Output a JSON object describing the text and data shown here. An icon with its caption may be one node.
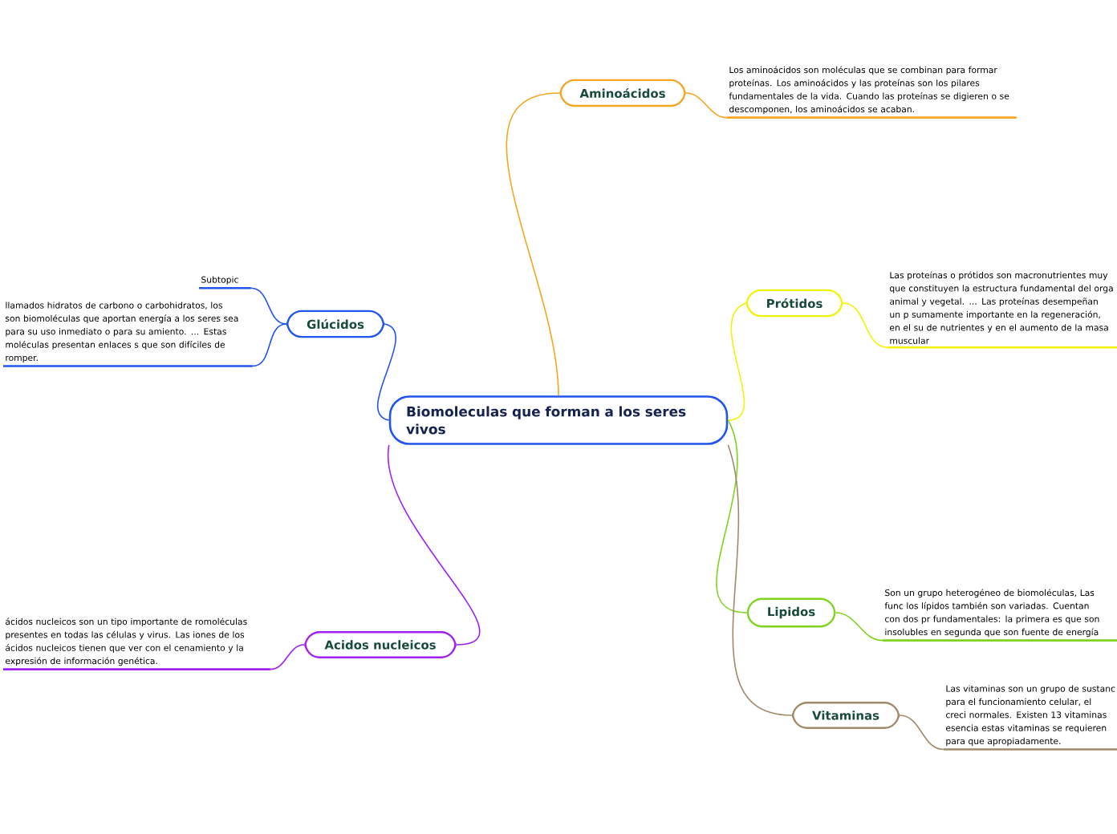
{
  "diagram": {
    "nodes": [
      {
        "text": [
          "Biomoleculas que forman a los seres vivos"
        ]
      },
      {
        "text": [
          "Aminoácidos"
        ]
      },
      {
        "text": [
          "Los aminoácidos son moléculas que se combinan para formar proteínas. Los aminoácidos y las proteínas son los pilares fundamentales de la vida. Cuando las proteínas se digieren o se descomponen, los aminoácidos se acaban."
        ]
      },
      {
        "text": [
          "Prótidos"
        ]
      },
      {
        "text": [
          "Las proteínas o prótidos son macronutrientes muy que constituyen la estructura fundamental del orga animal y vegetal. ... Las proteínas desempeñan un p sumamente importante en la regeneración, en el su de nutrientes y en el aumento de la masa muscular"
        ]
      },
      {
        "text": [
          "Lipidos"
        ]
      },
      {
        "text": [
          "Son un grupo heterogéneo de biomoléculas, Las func los lípidos también son variadas. Cuentan con dos pr fundamentales: la primera es que son insolubles en segunda que son fuente de energía"
        ]
      },
      {
        "text": [
          "Vitaminas"
        ]
      },
      {
        "text": [
          "Las vitaminas son un grupo de sustanc para el funcionamiento celular, el creci normales. Existen 13 vitaminas esencia estas vitaminas se requieren para que apropiadamente."
        ]
      },
      {
        "text": [
          "Glúcidos"
        ]
      },
      {
        "text": [
          "Subtopic"
        ]
      },
      {
        "text": [
          "llamados hidratos de carbono o carbohidratos, los son biomoléculas que aportan energía a los seres sea para su uso inmediato o para su amiento. ... Estas moléculas presentan enlaces s que son difíciles de romper."
        ]
      },
      {
        "text": [
          "Acidos nucleicos"
        ]
      },
      {
        "text": [
          "ácidos nucleicos son un tipo importante de romoléculas presentes en todas las células y virus. Las iones de los ácidos nucleicos tienen que ver con el cenamiento y la expresión de información genética."
        ]
      }
    ],
    "edges": [
      {
        "from": 0,
        "to": 1,
        "arrow": "none",
        "color": "#f5a623"
      },
      {
        "from": 1,
        "to": 2,
        "arrow": "none",
        "color": "#f5a623"
      },
      {
        "from": 0,
        "to": 3,
        "arrow": "none",
        "color": "#f2f20a"
      },
      {
        "from": 3,
        "to": 4,
        "arrow": "none",
        "color": "#f2f20a"
      },
      {
        "from": 0,
        "to": 5,
        "arrow": "none",
        "color": "#7ed321"
      },
      {
        "from": 5,
        "to": 6,
        "arrow": "none",
        "color": "#7ed321"
      },
      {
        "from": 0,
        "to": 7,
        "arrow": "none",
        "color": "#a08a6a"
      },
      {
        "from": 7,
        "to": 8,
        "arrow": "none",
        "color": "#a08a6a"
      },
      {
        "from": 0,
        "to": 9,
        "arrow": "none",
        "color": "#2255ee"
      },
      {
        "from": 9,
        "to": 10,
        "arrow": "none",
        "color": "#2255ee"
      },
      {
        "from": 9,
        "to": 11,
        "arrow": "none",
        "color": "#2255ee"
      },
      {
        "from": 0,
        "to": 12,
        "arrow": "none",
        "color": "#a020f0"
      },
      {
        "from": 12,
        "to": 13,
        "arrow": "none",
        "color": "#a020f0"
      }
    ]
  }
}
